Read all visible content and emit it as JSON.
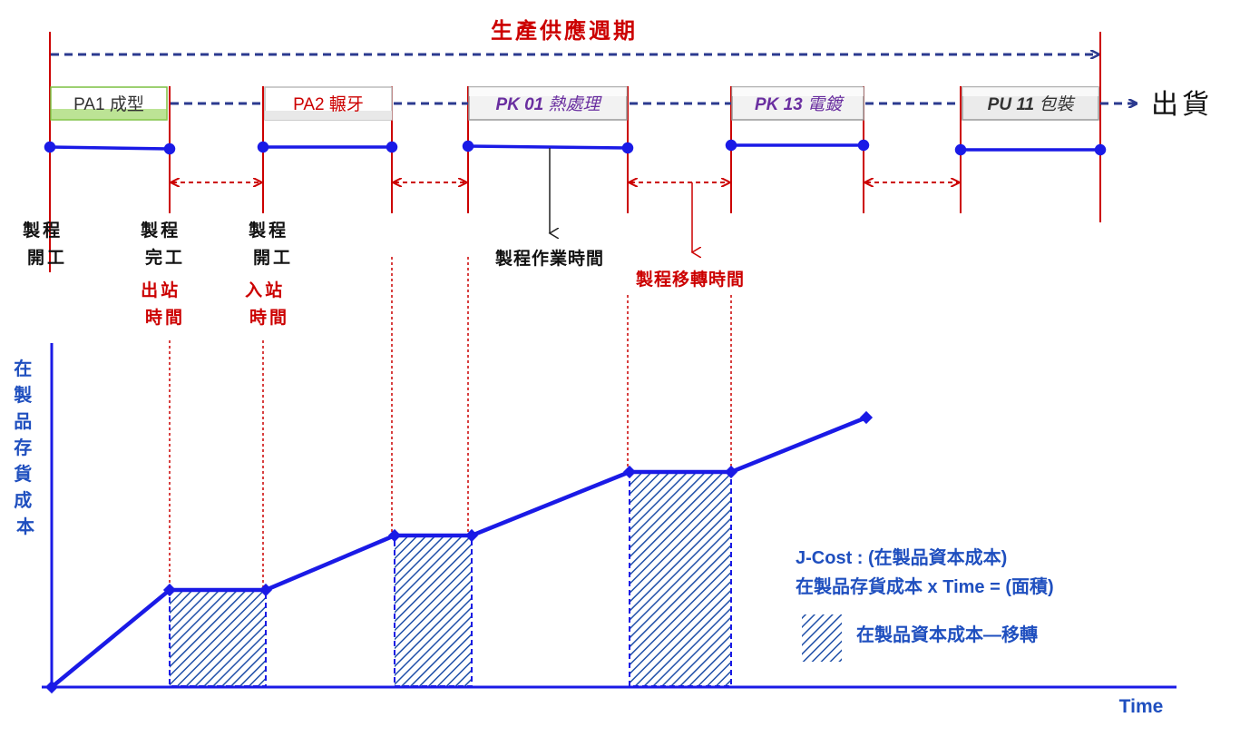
{
  "title": "生產供應週期",
  "shipment_label": "出貨",
  "processes": [
    {
      "code": "PA1",
      "name": "成型"
    },
    {
      "code": "PA2",
      "name": "輾牙"
    },
    {
      "code": "PK 01",
      "name": "熱處理"
    },
    {
      "code": "PK 13",
      "name": "電鍍"
    },
    {
      "code": "PU 11",
      "name": "包裝"
    }
  ],
  "labels": {
    "start_1": [
      "製程",
      "開工"
    ],
    "finish": [
      "製程",
      "完工"
    ],
    "start_2": [
      "製程",
      "開工"
    ],
    "exit_time": [
      "出站",
      "時間"
    ],
    "entry_time": [
      "入站",
      "時間"
    ],
    "operation_time": "製程作業時間",
    "transfer_time": "製程移轉時間"
  },
  "y_axis_label": [
    "在",
    "製",
    "品",
    "存",
    "貨",
    "成",
    "本"
  ],
  "x_axis_label": "Time",
  "formula": {
    "line1": "J-Cost : (在製品資本成本)",
    "line2": "在製品存貨成本 x Time = (面積)"
  },
  "legend": {
    "label": "在製品資本成本—移轉"
  },
  "colors": {
    "blue": "#1a1ae6",
    "navy": "#2b3a8f",
    "red": "#cc0000",
    "axis_label_blue": "#1f4fbf",
    "box_green": "#8fd14f"
  }
}
